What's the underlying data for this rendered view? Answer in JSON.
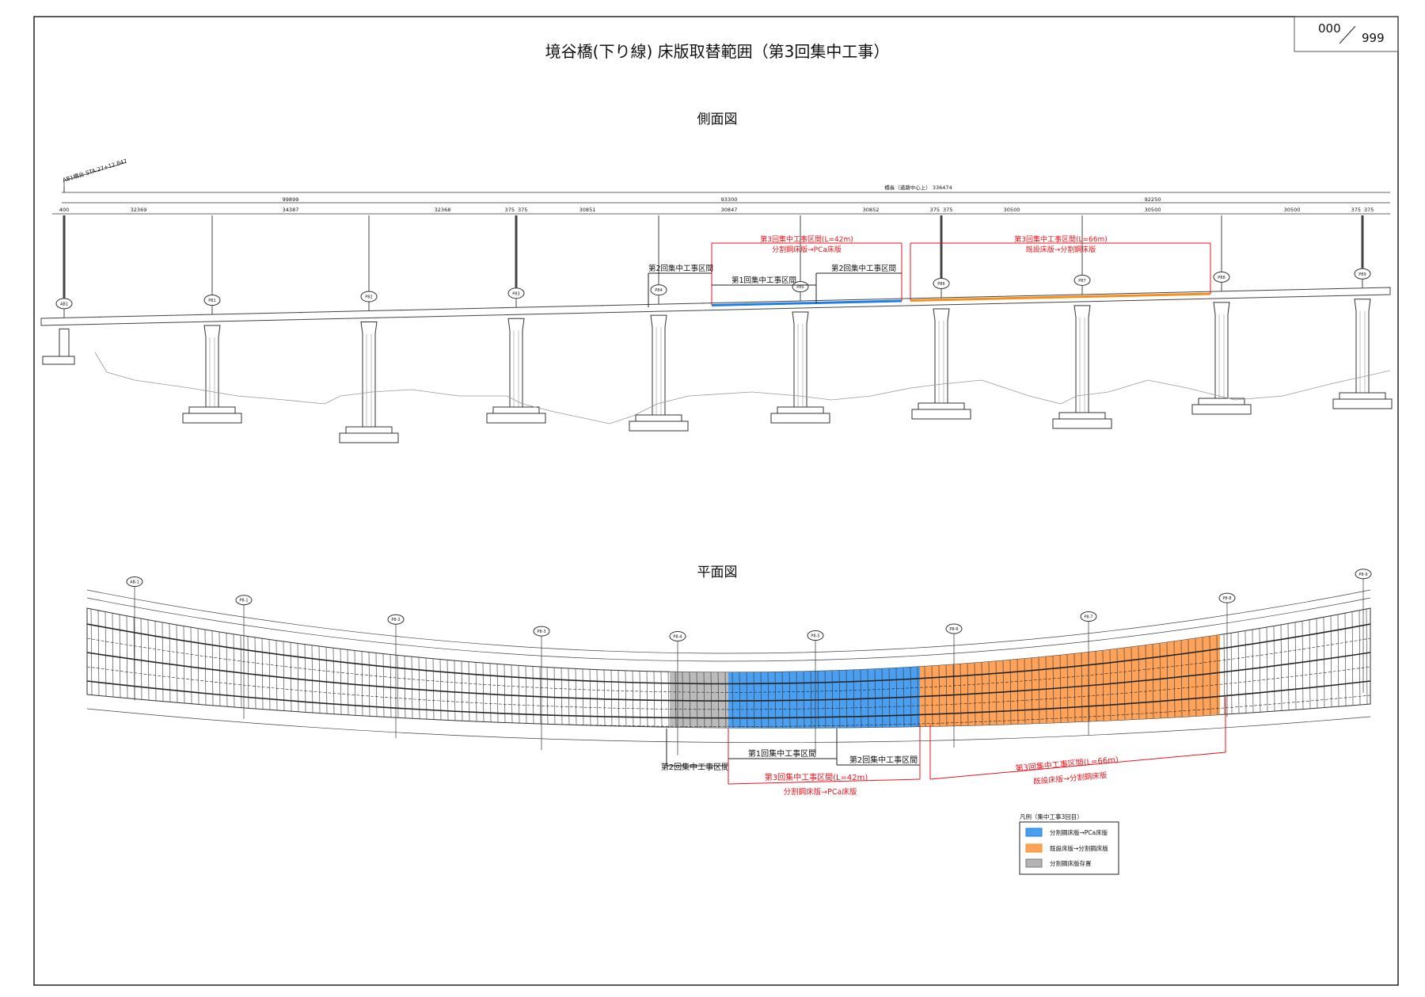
{
  "sheet": {
    "number": "000",
    "total": "999"
  },
  "title": "境谷橋(下り線) 床版取替範囲（第3回集中工事）",
  "side_view": {
    "heading": "側面図",
    "station_label": "AB1橋台 STA.27+12.847",
    "total_length_label": "橋長（道路中心上） 336474",
    "group_spans": [
      "99899",
      "93300",
      "92250"
    ],
    "spans": [
      "400",
      "32369",
      "34387",
      "32368",
      "375",
      "375",
      "30851",
      "30847",
      "30852",
      "375",
      "375",
      "30500",
      "30500",
      "30500",
      "375",
      "375"
    ],
    "piers": [
      "AB1",
      "P81",
      "P82",
      "P83",
      "P84",
      "P85",
      "P86",
      "P87",
      "P88",
      "P89"
    ],
    "red_section_1": {
      "title": "第3回集中工事区間(L=42m)",
      "subtitle": "分割鋼床版→PCa床版"
    },
    "red_section_2": {
      "title": "第3回集中工事区間(L=66m)",
      "subtitle": "既設床版→分割鋼床版"
    },
    "black_section_left": "第2回集中工事区間",
    "black_section_mid": "第1回集中工事区間",
    "black_section_right": "第2回集中工事区間"
  },
  "plan_view": {
    "heading": "平面図",
    "piers": [
      "AB-1",
      "P8-1",
      "P8-2",
      "P8-3",
      "P8-4",
      "P8-5",
      "P8-6",
      "P8-7",
      "P8-8",
      "P8-9"
    ],
    "black_section_left": "第2回集中工事区間",
    "black_section_mid": "第1回集中工事区間",
    "black_section_right": "第2回集中工事区間",
    "red_section_1": {
      "title": "第3回集中工事区間(L=42m)",
      "subtitle": "分割鋼床版→PCa床版"
    },
    "red_section_2": {
      "title": "第3回集中工事区間(L=66m)",
      "subtitle": "既設床版→分割鋼床版"
    }
  },
  "legend": {
    "title": "凡例（集中工事3回目）",
    "items": [
      {
        "label": "分割鋼床版→PCa床版",
        "color": "#4a9ff0"
      },
      {
        "label": "既設床版→分割鋼床版",
        "color": "#ffa35a"
      },
      {
        "label": "分割鋼床版存置",
        "color": "#b4b4b4"
      }
    ]
  },
  "colors": {
    "red": "#e8141c",
    "blue": "#1e7fe6",
    "orange": "#f5901e"
  }
}
